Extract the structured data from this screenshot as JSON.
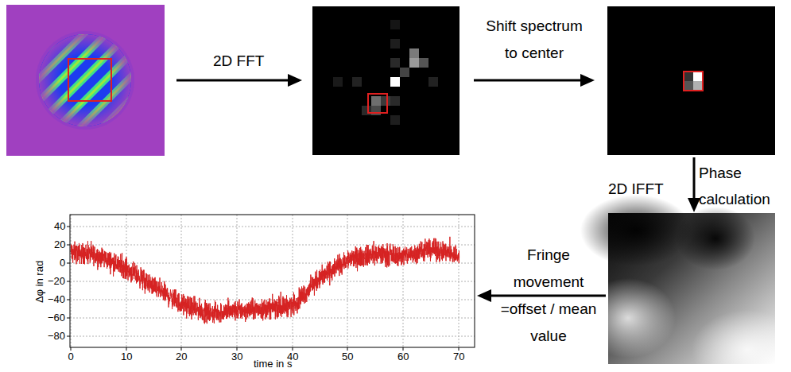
{
  "diagram": {
    "labels": [
      "2D FFT",
      "Shift spectrum to center",
      "2D IFFT",
      "Phase calculation",
      "Fringe movement =offset / mean value",
      "40",
      "20",
      "0",
      "−20",
      "−40",
      "−60",
      "−80",
      "0",
      "10",
      "20",
      "30",
      "40",
      "50",
      "60",
      "70",
      "time in s",
      "Δφ in rad"
    ]
  }
}
